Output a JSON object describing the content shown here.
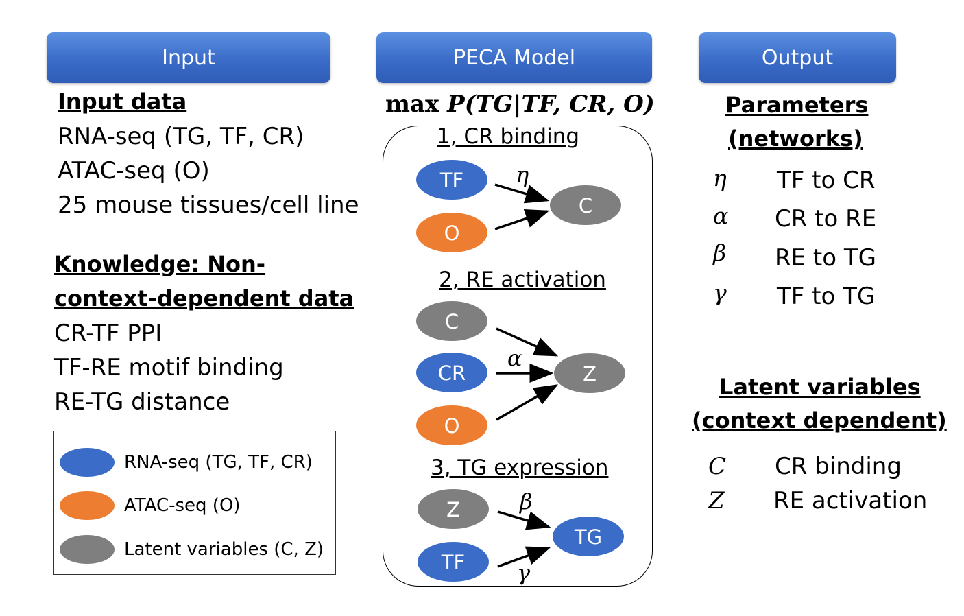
{
  "headers": {
    "input": "Input",
    "model": "PECA Model",
    "output": "Output"
  },
  "input": {
    "data_title": "Input data",
    "data_lines": [
      "RNA-seq (TG, TF, CR)",
      "ATAC-seq (O)",
      "25 mouse tissues/cell line"
    ],
    "knowledge_title_1": "Knowledge: Non-",
    "knowledge_title_2": "context-dependent data",
    "knowledge_lines": [
      "CR-TF PPI",
      "TF-RE motif binding",
      "RE-TG distance"
    ]
  },
  "legend": [
    {
      "label": "RNA-seq (TG, TF, CR)",
      "color": "#3a6cc8"
    },
    {
      "label": "ATAC-seq (O)",
      "color": "#ed7d31"
    },
    {
      "label": "Latent variables (C, Z)",
      "color": "#7f7f7f"
    }
  ],
  "model": {
    "formula_prefix": "max",
    "formula": "P(TG|TF, CR, O)",
    "steps": [
      "1, CR binding",
      "2, RE activation",
      "3, TG expression"
    ],
    "nodes": {
      "s1_tf": "TF",
      "s1_o": "O",
      "s1_c": "C",
      "s2_c": "C",
      "s2_cr": "CR",
      "s2_o": "O",
      "s2_z": "Z",
      "s3_z": "Z",
      "s3_tf": "TF",
      "s3_tg": "TG"
    },
    "edge_labels": {
      "eta": "η",
      "alpha": "α",
      "beta": "β",
      "gamma": "γ"
    }
  },
  "output": {
    "params_title_1": "Parameters",
    "params_title_2": "(networks)",
    "params": [
      {
        "symbol": "η",
        "label": "TF to CR"
      },
      {
        "symbol": "α",
        "label": "CR to RE"
      },
      {
        "symbol": "β",
        "label": "RE to TG"
      },
      {
        "symbol": "γ",
        "label": "TF to TG"
      }
    ],
    "latent_title_1": "Latent variables",
    "latent_title_2": "(context dependent)",
    "latent": [
      {
        "symbol": "C",
        "label": "CR binding"
      },
      {
        "symbol": "Z",
        "label": "RE activation"
      }
    ]
  },
  "colors": {
    "rna": "#3a6cc8",
    "atac": "#ed7d31",
    "latent": "#7f7f7f",
    "header": "#4472c4"
  }
}
